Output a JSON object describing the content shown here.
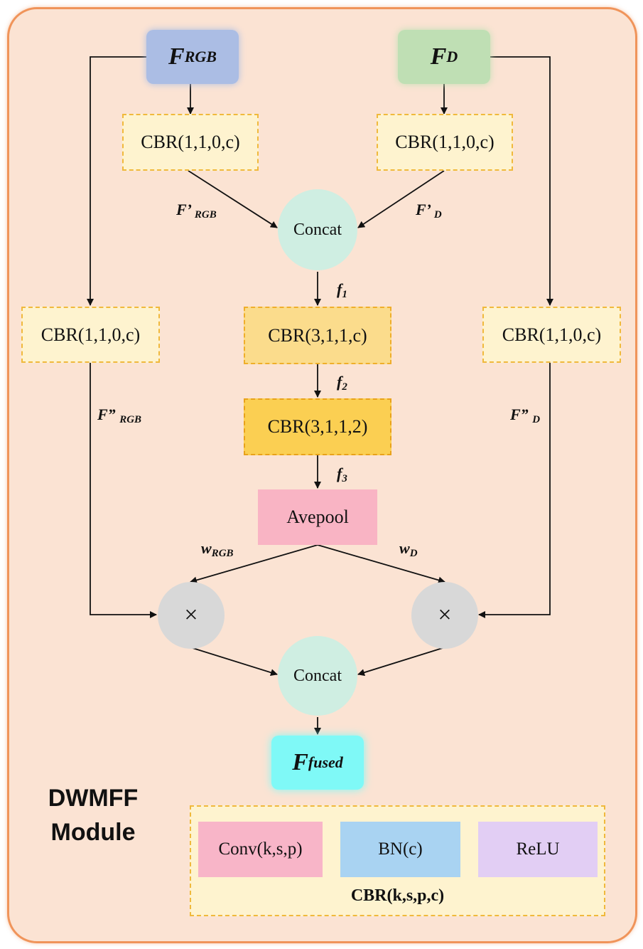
{
  "inputs": {
    "rgb": {
      "main": "F",
      "sub": "RGB"
    },
    "depth": {
      "main": "F",
      "sub": "D"
    }
  },
  "cbr_top_left": "CBR(1,1,0,c)",
  "cbr_top_right": "CBR(1,1,0,c)",
  "cbr_side_left": "CBR(1,1,0,c)",
  "cbr_side_right": "CBR(1,1,0,c)",
  "cbr_mid_1": "CBR(3,1,1,c)",
  "cbr_mid_2": "CBR(3,1,1,2)",
  "concat_1": "Concat",
  "concat_2": "Concat",
  "avepool": "Avepool",
  "multiply_left": "×",
  "multiply_right": "×",
  "output": {
    "main": "F",
    "sub": "fused"
  },
  "labels": {
    "f_prime_rgb": {
      "main": "F’",
      "sub": "RGB"
    },
    "f_prime_d": {
      "main": "F’",
      "sub": "D"
    },
    "f1": {
      "main": "f",
      "sub": "1"
    },
    "f2": {
      "main": "f",
      "sub": "2"
    },
    "f3": {
      "main": "f",
      "sub": "3"
    },
    "f_dprime_rgb": {
      "main": "F”",
      "sub": "RGB"
    },
    "f_dprime_d": {
      "main": "F”",
      "sub": "D"
    },
    "w_rgb": {
      "main": "w",
      "sub": "RGB"
    },
    "w_d": {
      "main": "w",
      "sub": "D"
    }
  },
  "module_title": [
    "DWMFF",
    "Module"
  ],
  "legend": {
    "conv": "Conv(k,s,p)",
    "bn": "BN(c)",
    "relu": "ReLU",
    "caption": "CBR(k,s,p,c)"
  },
  "colors": {
    "frame_border": "#f0945a",
    "frame_fill": "#fbe3d3",
    "rgb_fill": "#abbde4",
    "depth_fill": "#bfdfb4",
    "concat_fill": "#cfeee2",
    "avepool_fill": "#f9b4c4",
    "multiply_fill": "#d8d8d8",
    "output_fill": "#7ff9f7",
    "conv_fill": "#f8b5c8",
    "bn_fill": "#a9d3f2",
    "relu_fill": "#e2cef4"
  }
}
